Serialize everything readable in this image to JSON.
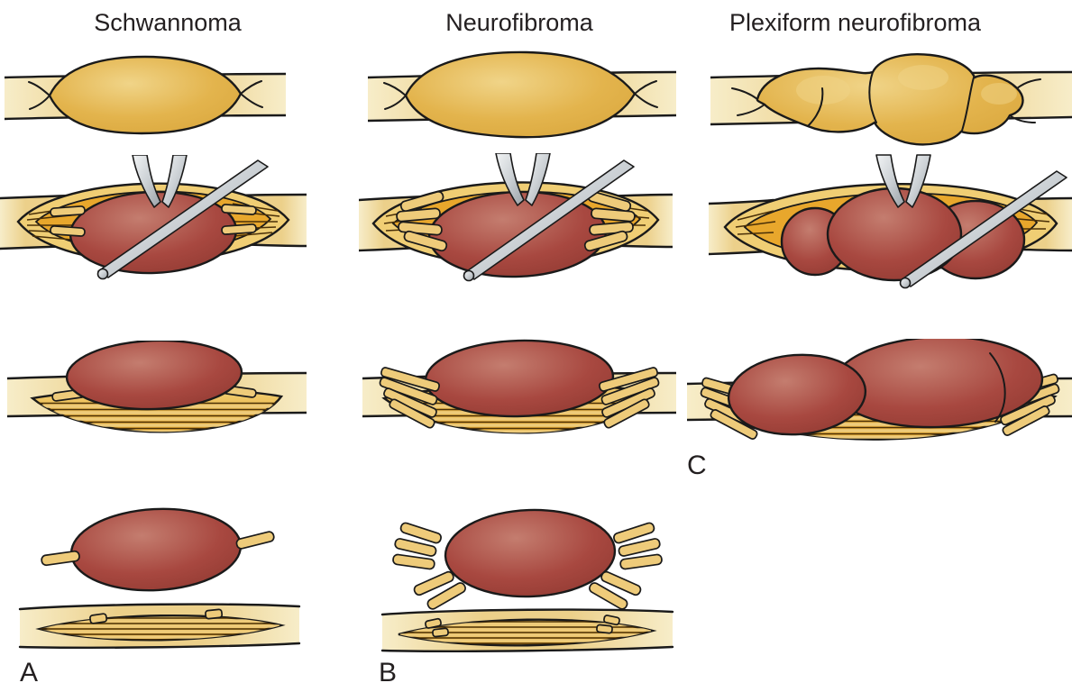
{
  "columns": [
    {
      "title": "Schwannoma",
      "label": "A"
    },
    {
      "title": "Neurofibroma",
      "label": "B"
    },
    {
      "title": "Plexiform neurofibroma",
      "label": "C"
    }
  ],
  "illustrations": {
    "rows": [
      "intact-nerve-swelling",
      "epineurium-opened-tumor-exposed",
      "tumor-delivered-from-bed",
      "tumor-excised-nerve-preserved"
    ],
    "instruments": [
      "forceps",
      "dissector"
    ]
  },
  "colors": {
    "background": "#ffffff",
    "text": "#231f20",
    "outline": "#1a1a1a",
    "nerve-lt": "#f7edc9",
    "nerve-md": "#ecd08a",
    "gold": "#e3b44d",
    "gold-hi": "#f0d488",
    "gold-dk": "#d9a63c",
    "epineurium": "#e8a72c",
    "rim": "#f0ce74",
    "fascicle": "#eecb7a",
    "striation": "#4a3008",
    "tumor": "#a84840",
    "tumor-hi": "#c47d6f",
    "tumor-dk": "#8e3830",
    "tool": "#ccd1d5",
    "tool-hi": "#f2f4f5",
    "tool-dk": "#9aa1a7"
  }
}
